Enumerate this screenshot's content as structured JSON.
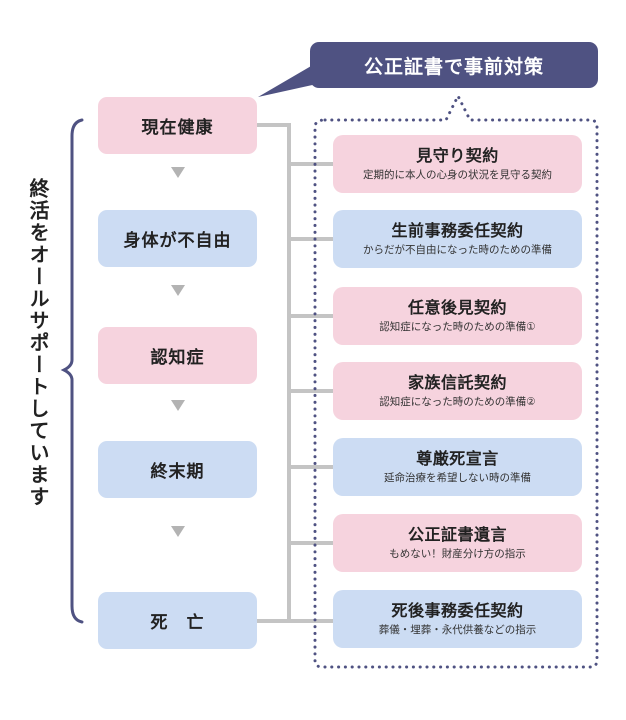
{
  "callout": {
    "label": "公正証書で事前対策",
    "color": "#4f5282"
  },
  "side_label": "終活をオールサポートしています",
  "colors": {
    "pink": "#f6d3de",
    "blue": "#ccdcf3",
    "connector": "#c4c4c4",
    "arrow": "#b3b3b3",
    "frame_dots": "#4f5282"
  },
  "stages": [
    {
      "label": "現在健康",
      "color": "pink"
    },
    {
      "label": "身体が不自由",
      "color": "blue"
    },
    {
      "label": "認知症",
      "color": "pink"
    },
    {
      "label": "終末期",
      "color": "blue"
    },
    {
      "label": "死　亡",
      "color": "blue"
    }
  ],
  "measures": [
    {
      "title": "見守り契約",
      "subtitle": "定期的に本人の心身の状況を見守る契約",
      "color": "pink"
    },
    {
      "title": "生前事務委任契約",
      "subtitle": "からだが不自由になった時のための準備",
      "color": "blue"
    },
    {
      "title": "任意後見契約",
      "subtitle": "認知症になった時のための準備①",
      "color": "pink"
    },
    {
      "title": "家族信託契約",
      "subtitle": "認知症になった時のための準備②",
      "color": "pink"
    },
    {
      "title": "尊厳死宣言",
      "subtitle": "延命治療を希望しない時の準備",
      "color": "blue"
    },
    {
      "title": "公正証書遺言",
      "subtitle": "もめない！財産分け方の指示",
      "color": "pink"
    },
    {
      "title": "死後事務委任契約",
      "subtitle": "葬儀・埋葬・永代供養などの指示",
      "color": "blue"
    }
  ]
}
